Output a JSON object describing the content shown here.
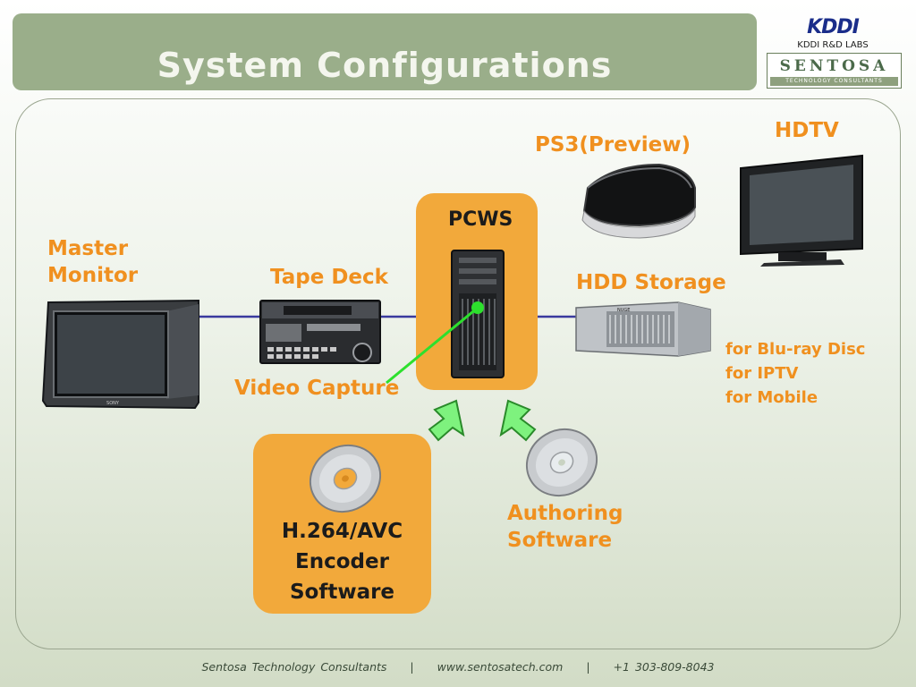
{
  "title": "System Configurations",
  "logos": {
    "kddi": "KDDI",
    "kddi_labs": "KDDI R&D LABS",
    "sentosa": "SENTOSA",
    "sentosa_sub": "TECHNOLOGY CONSULTANTS"
  },
  "labels": {
    "master_monitor": [
      "Master",
      "Monitor"
    ],
    "tape_deck": "Tape Deck",
    "video_capture": "Video Capture",
    "pcws": "PCWS",
    "ps3": "PS3(Preview)",
    "hdtv": "HDTV",
    "hdd_storage": "HDD Storage",
    "authoring_software": [
      "Authoring",
      "Software"
    ],
    "encoder_software": [
      "H.264/AVC",
      "Encoder",
      "Software"
    ]
  },
  "hdd_uses": [
    "for Blu-ray Disc",
    "for IPTV",
    "for Mobile"
  ],
  "device_text": {
    "monitor_brand": "SONY",
    "hdd_brand": "NUGE"
  },
  "footer": {
    "company": "Sentosa Technology Consultants",
    "separator": "|",
    "website": "www.sentosatech.com",
    "phone": "+1 303-809-8043"
  },
  "colors": {
    "title_bar": "#9aae8a",
    "accent_orange": "#f0901f",
    "box_orange": "#f2a93b",
    "connector_blue": "#3a3a9e",
    "capture_green": "#2de02d",
    "arrow_green": "#7ef27e"
  }
}
